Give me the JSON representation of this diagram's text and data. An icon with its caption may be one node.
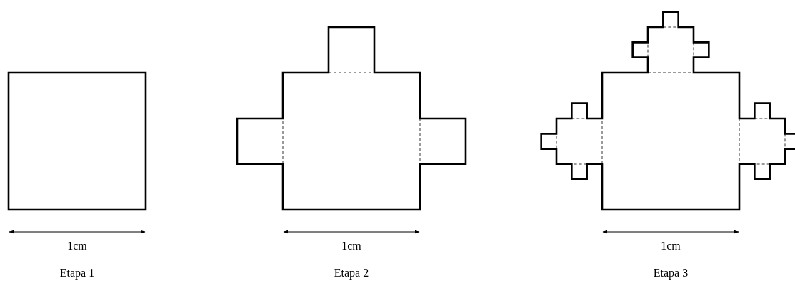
{
  "diagram": {
    "labels": [
      "1cm",
      "1cm",
      "1cm",
      "Etapa 1",
      "Etapa 2",
      "Etapa 3"
    ]
  }
}
